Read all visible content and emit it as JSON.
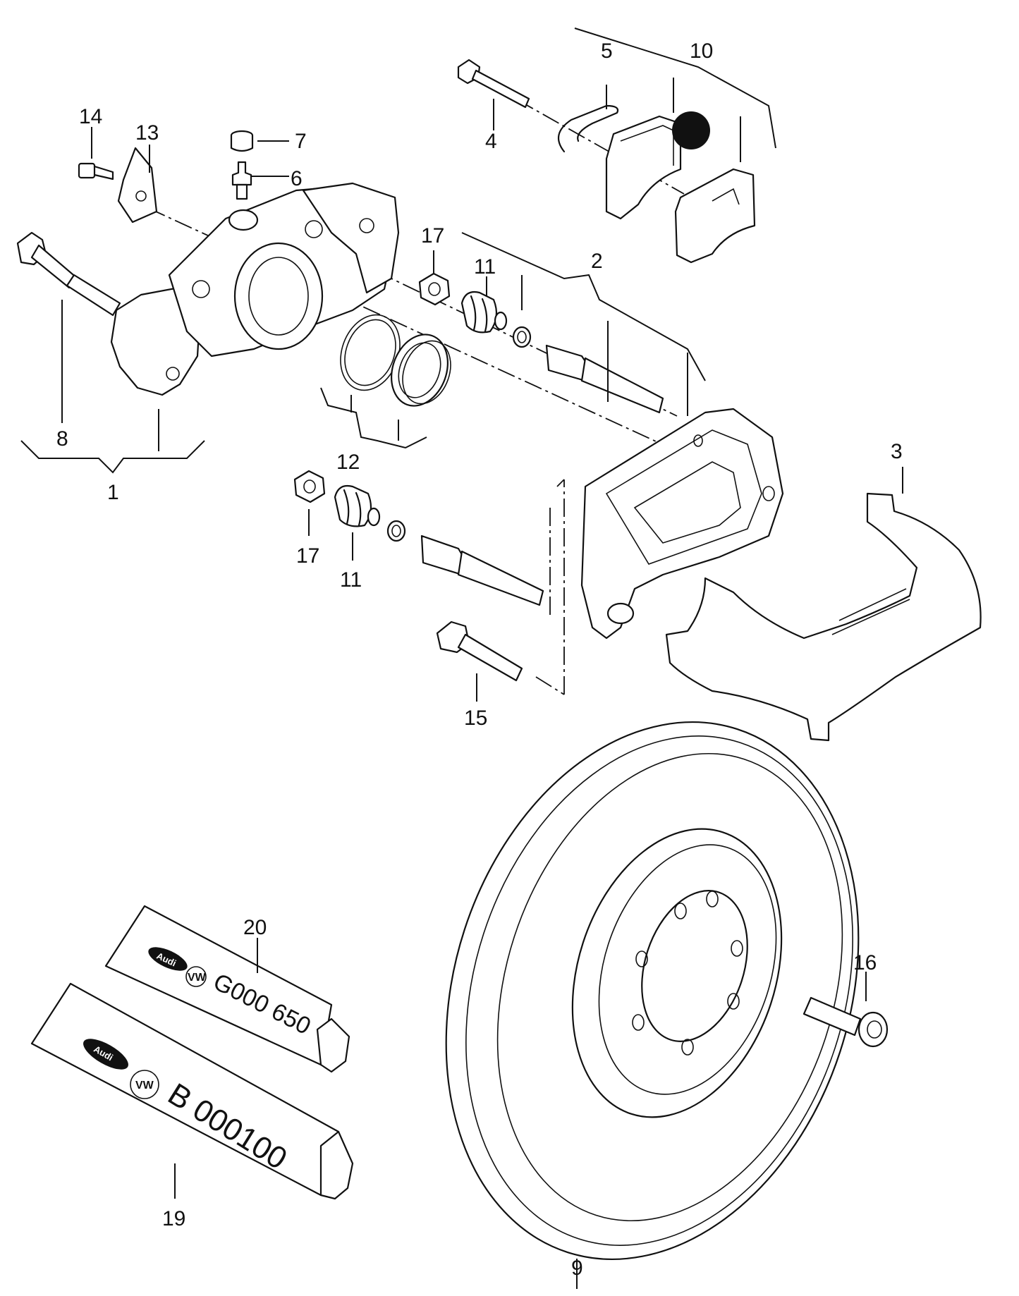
{
  "labels": {
    "p1": "1",
    "p2": "2",
    "p3": "3",
    "p4": "4",
    "p5": "5",
    "p6": "6",
    "p7": "7",
    "p8": "8",
    "p9": "9",
    "p10": "10",
    "p11a": "11",
    "p11b": "11",
    "p12": "12",
    "p13": "13",
    "p14": "14",
    "p15": "15",
    "p16": "16",
    "p17a": "17",
    "p17b": "17",
    "p19": "19",
    "p20": "20"
  },
  "tubes": {
    "upper": {
      "code": "G000 650",
      "logo": "Audi",
      "mark": "VW"
    },
    "lower": {
      "code": "B 000100",
      "logo": "Audi",
      "mark": "VW"
    }
  },
  "colors": {
    "ink": "#111111",
    "paper": "#ffffff"
  }
}
